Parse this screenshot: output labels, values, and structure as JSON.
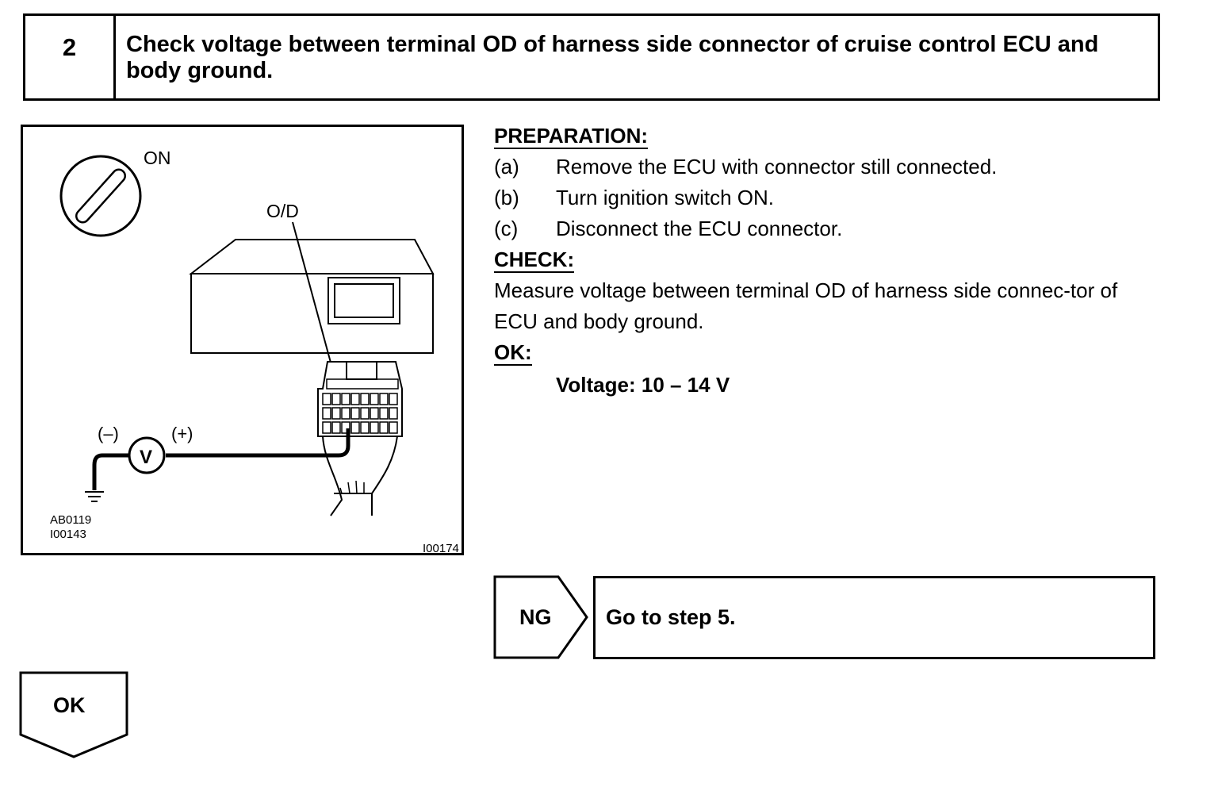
{
  "step": {
    "number": "2",
    "title": "Check voltage between terminal OD of harness side connector of cruise control ECU and body ground."
  },
  "figure": {
    "ignition_label": "ON",
    "terminal_label": "O/D",
    "neg_label": "(–)",
    "pos_label": "(+)",
    "meter_label": "V",
    "ref_code_1": "AB0119",
    "ref_code_2": "I00143",
    "ref_code_3": "I00174"
  },
  "instructions": {
    "preparation_heading": "PREPARATION:",
    "preparation_items": [
      {
        "label": "(a)",
        "text": "Remove the ECU with connector still connected."
      },
      {
        "label": "(b)",
        "text": "Turn ignition switch ON."
      },
      {
        "label": "(c)",
        "text": "Disconnect the ECU connector."
      }
    ],
    "check_heading": "CHECK:",
    "check_text": "Measure voltage between terminal OD of harness side connec-tor of ECU and body ground.",
    "ok_heading": "OK:",
    "ok_spec": "Voltage: 10 – 14 V"
  },
  "flow": {
    "ng_label": "NG",
    "ng_action": "Go to step 5.",
    "ok_label": "OK"
  }
}
